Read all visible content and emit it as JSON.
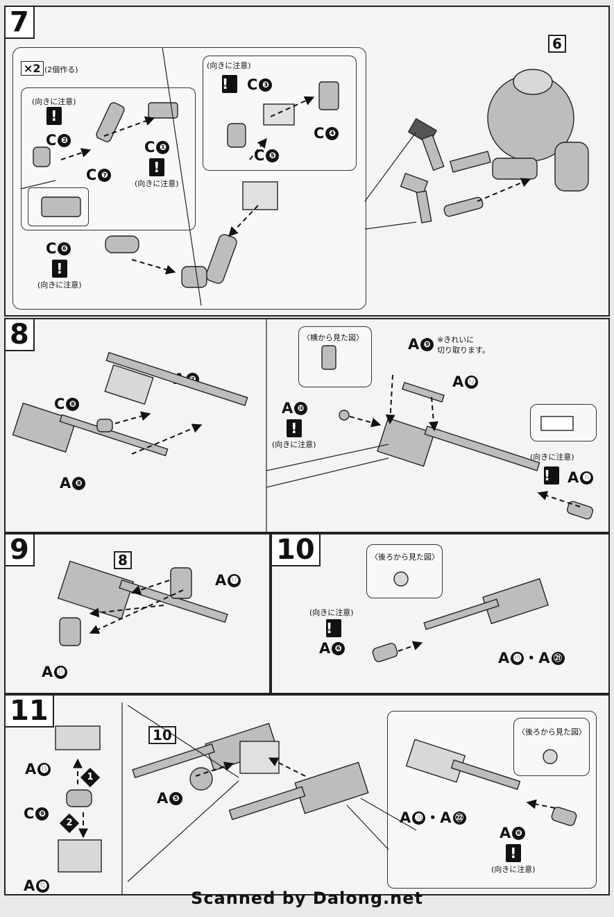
{
  "step7": {
    "number": "7",
    "qty_badge": "×2",
    "qty_note": "(2個作る)",
    "ref_box": "6",
    "caution_text": "(向きに注意)",
    "parts": {
      "c2": {
        "prefix": "C",
        "num": "❷"
      },
      "c7": {
        "prefix": "C",
        "num": "❼"
      },
      "c1": {
        "prefix": "C",
        "num": "❶"
      },
      "c3": {
        "prefix": "C",
        "num": "❸"
      },
      "c4": {
        "prefix": "C",
        "num": "❹"
      },
      "c5": {
        "prefix": "C",
        "num": "❺"
      },
      "c6": {
        "prefix": "C",
        "num": "❻"
      }
    }
  },
  "step8": {
    "number": "8",
    "side_view": "〈横から見た図〉",
    "cut_note_line1": "※きれいに",
    "cut_note_line2": "切り取ります。",
    "caution_text": "(向きに注意)",
    "parts": {
      "c8": {
        "prefix": "C",
        "num": "❽"
      },
      "a7": {
        "prefix": "A",
        "num": "❼"
      },
      "a8": {
        "prefix": "A",
        "num": "❽"
      },
      "a9": {
        "prefix": "A",
        "num": "❾"
      },
      "a10": {
        "prefix": "A",
        "num": "❿"
      },
      "a12": {
        "prefix": "A",
        "num": "⓬"
      },
      "a11": {
        "prefix": "A",
        "num": "⓫"
      }
    }
  },
  "step9": {
    "number": "9",
    "ref_box": "8",
    "parts": {
      "a17": {
        "prefix": "A",
        "num": "⓱"
      },
      "a18": {
        "prefix": "A",
        "num": "⓲"
      }
    }
  },
  "step10": {
    "number": "10",
    "rear_view": "〈後ろから見た図〉",
    "caution_text": "(向きに注意)",
    "parts": {
      "a6": {
        "prefix": "A",
        "num": "❻"
      },
      "a19_21": {
        "prefix": "A",
        "num": "⓳",
        "sep": "・A",
        "num2": "㉑"
      }
    }
  },
  "step11": {
    "number": "11",
    "ref_box": "10",
    "rear_view": "〈後ろから見た図〉",
    "caution_text": "(向きに注意)",
    "order1": "1",
    "order2": "2",
    "parts": {
      "a15": {
        "prefix": "A",
        "num": "⓯"
      },
      "c9": {
        "prefix": "C",
        "num": "❾"
      },
      "a16": {
        "prefix": "A",
        "num": "⓰"
      },
      "a5": {
        "prefix": "A",
        "num": "❺"
      },
      "a20_22": {
        "prefix": "A",
        "num": "⓴",
        "sep": "・A",
        "num2": "㉒"
      },
      "a6": {
        "prefix": "A",
        "num": "❻"
      }
    }
  },
  "footer": "Scanned by Dalong.net",
  "colors": {
    "ink": "#111111",
    "paper": "#f4f4f2",
    "part_gray": "#9a9a98",
    "dark_part": "#555555"
  }
}
